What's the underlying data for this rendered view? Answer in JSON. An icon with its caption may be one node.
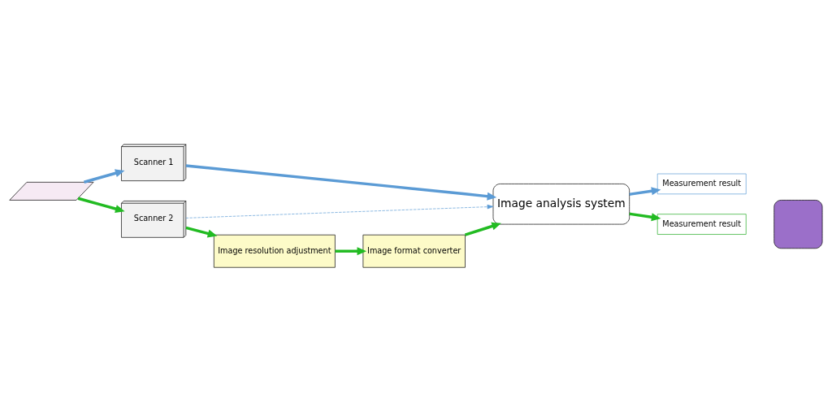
{
  "diagram": {
    "nodes": [
      {
        "text": [],
        "shape": "parallelogram"
      },
      {
        "text": [
          "Scanner 1"
        ]
      },
      {
        "text": [
          "Scanner 2"
        ]
      },
      {
        "text": [
          "Image analysis system"
        ]
      },
      {
        "text": [
          "Measurement result"
        ]
      },
      {
        "text": [
          "Measurement result"
        ]
      },
      {
        "text": [
          "Image resolution adjustment"
        ]
      },
      {
        "text": [
          "Image format converter"
        ]
      },
      {
        "text": [],
        "shape": "person"
      }
    ],
    "edges": [
      {
        "from": 0,
        "to": 1,
        "arrow": "to",
        "color": "#5b9bd5"
      },
      {
        "from": 0,
        "to": 2,
        "arrow": "to"
      },
      {
        "from": 1,
        "to": 3,
        "arrow": "to",
        "color": "#5b9bd5"
      },
      {
        "from": 2,
        "to": 3,
        "arrow": "to",
        "style": "dashed",
        "color": "#5b9bd5"
      },
      {
        "from": 2,
        "to": 6,
        "arrow": "to"
      },
      {
        "from": 6,
        "to": 7,
        "arrow": "to"
      },
      {
        "from": 7,
        "to": 3,
        "arrow": "to"
      },
      {
        "from": 3,
        "to": 4,
        "arrow": "to",
        "color": "#5b9bd5"
      },
      {
        "from": 3,
        "to": 5,
        "arrow": "to"
      }
    ]
  }
}
